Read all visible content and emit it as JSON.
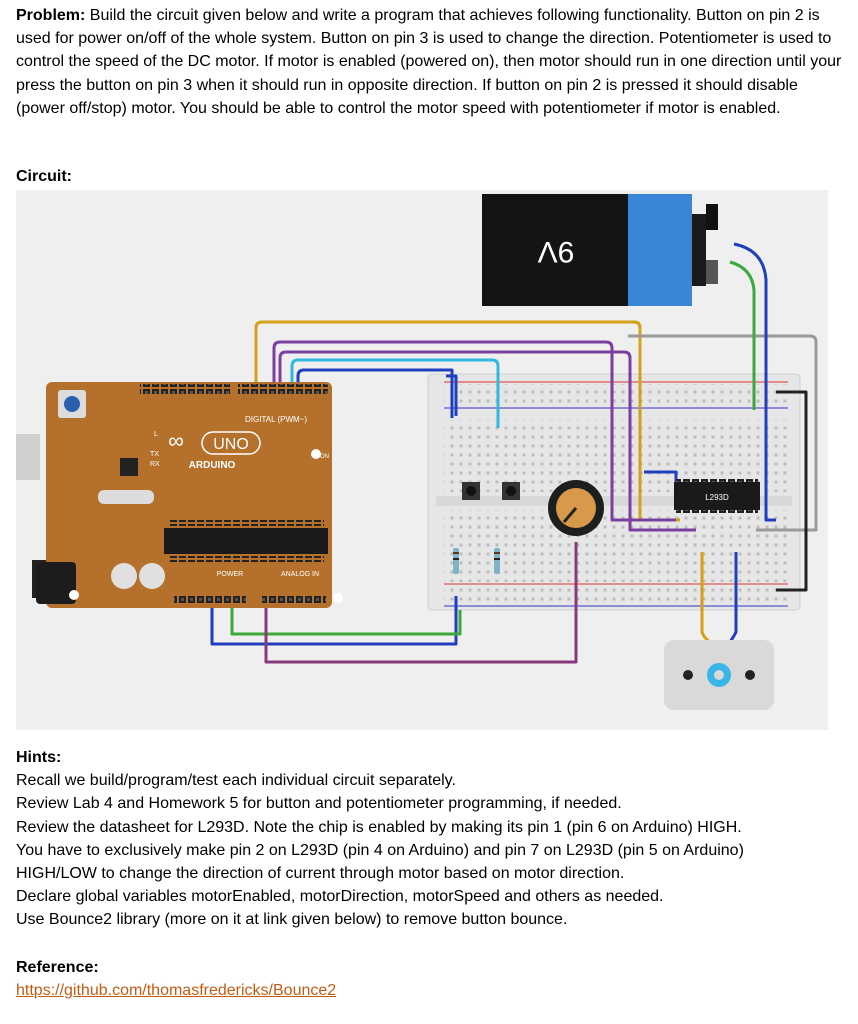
{
  "problem": {
    "label": "Problem:",
    "text": " Build the circuit given below and write a program that achieves following functionality. Button on pin 2 is used for power on/off of the whole system. Button on pin 3 is used to change the direction. Potentiometer is used to control the speed of the DC motor. If motor is enabled (powered on), then motor should run in one direction until your press the button on pin 3 when it should run in opposite direction. If button on pin 2 is pressed it should disable (power off/stop) motor. You should be able to control the motor speed with potentiometer if motor is enabled."
  },
  "circuit": {
    "label": "Circuit:",
    "battery_label": "9V",
    "arduino_brand": "ARDUINO",
    "arduino_model": "UNO",
    "digital_label": "DIGITAL (PWM~)",
    "power_label": "POWER",
    "analog_label": "ANALOG IN",
    "on_label": "ON",
    "tx_label": "TX",
    "rx_label": "RX",
    "l_label": "L",
    "chip_label": "L293D",
    "wire_colors": {
      "orange": "#d4a017",
      "purple": "#7b3fa0",
      "cyan": "#30b8e0",
      "blue": "#1f3fbf",
      "green": "#3aa83a",
      "grey": "#9a9a9a",
      "black": "#222222",
      "magenta": "#8a3a7a"
    }
  },
  "hints": {
    "label": "Hints:",
    "lines": [
      "Recall we build/program/test each individual circuit separately.",
      "Review Lab 4 and Homework 5 for button and potentiometer programming, if needed.",
      "Review the datasheet for L293D. Note the chip is enabled by making its pin 1 (pin 6 on Arduino) HIGH.",
      "You have to exclusively make pin 2 on L293D (pin 4 on Arduino) and pin 7 on L293D (pin 5 on Arduino)",
      "HIGH/LOW to change the direction of current through motor based on motor direction.",
      "Declare global variables motorEnabled, motorDirection, motorSpeed and others as needed.",
      "Use Bounce2 library (more on it at link given below) to remove button bounce."
    ]
  },
  "reference": {
    "label": "Reference:",
    "link": "https://github.com/thomasfredericks/Bounce2"
  }
}
